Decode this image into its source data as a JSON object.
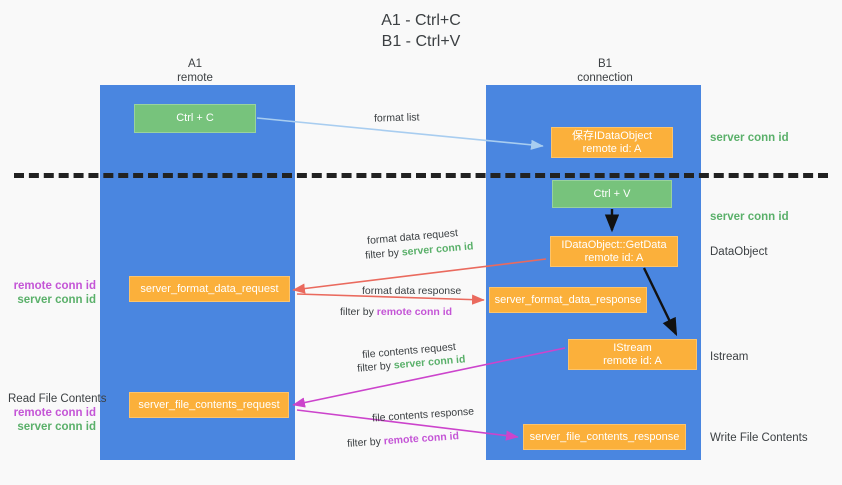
{
  "title": "A1 - Ctrl+C\nB1 - Ctrl+V",
  "columns": {
    "a1": "A1\nremote",
    "b1": "B1\nconnection"
  },
  "nodes": {
    "ctrl_c": "Ctrl + C",
    "save_idataobject": "保存IDataObject\nremote id: A",
    "ctrl_v": "Ctrl + V",
    "getdata": "IDataObject::GetData\nremote id: A",
    "format_data_request": "server_format_data_request",
    "format_data_response": "server_format_data_response",
    "istream": "IStream\nremote id: A",
    "file_contents_request": "server_file_contents_request",
    "file_contents_response": "server_file_contents_response"
  },
  "side_labels": {
    "server_conn_id_1": "server conn id",
    "server_conn_id_2": "server conn id",
    "dataobject": "DataObject",
    "istream": "Istream",
    "write_file_contents": "Write File Contents"
  },
  "left_labels": {
    "remote_conn_id_1": "remote conn id",
    "server_conn_id_1": "server conn id",
    "read_file_contents": "Read File Contents",
    "remote_conn_id_2": "remote conn id",
    "server_conn_id_2": "server conn id"
  },
  "arrow_labels": {
    "format_list": "format list",
    "format_data_request": "format data request",
    "format_data_request_filter_prefix": "filter by ",
    "format_data_request_filter_key": "server conn id",
    "format_data_response": "format data response",
    "format_data_response_filter_prefix": "filter by ",
    "format_data_response_filter_key": "remote conn id",
    "file_contents_request": "file contents request",
    "file_contents_request_filter_prefix": "filter by ",
    "file_contents_request_filter_key": "server conn id",
    "file_contents_response": "file contents response",
    "file_contents_response_filter_prefix": "filter by ",
    "file_contents_response_filter_key": "remote conn id"
  },
  "colors": {
    "panel": "#4a86e0",
    "green_node": "#77c37c",
    "orange_node": "#fbb03b",
    "server_conn_id": "#5ab06a",
    "remote_conn_id": "#c455d6",
    "arrow_blue": "#a8cdf0",
    "arrow_red": "#ea6a5e",
    "arrow_magenta": "#cc44cc",
    "arrow_black": "#111111",
    "background": "#f9f9f9"
  }
}
